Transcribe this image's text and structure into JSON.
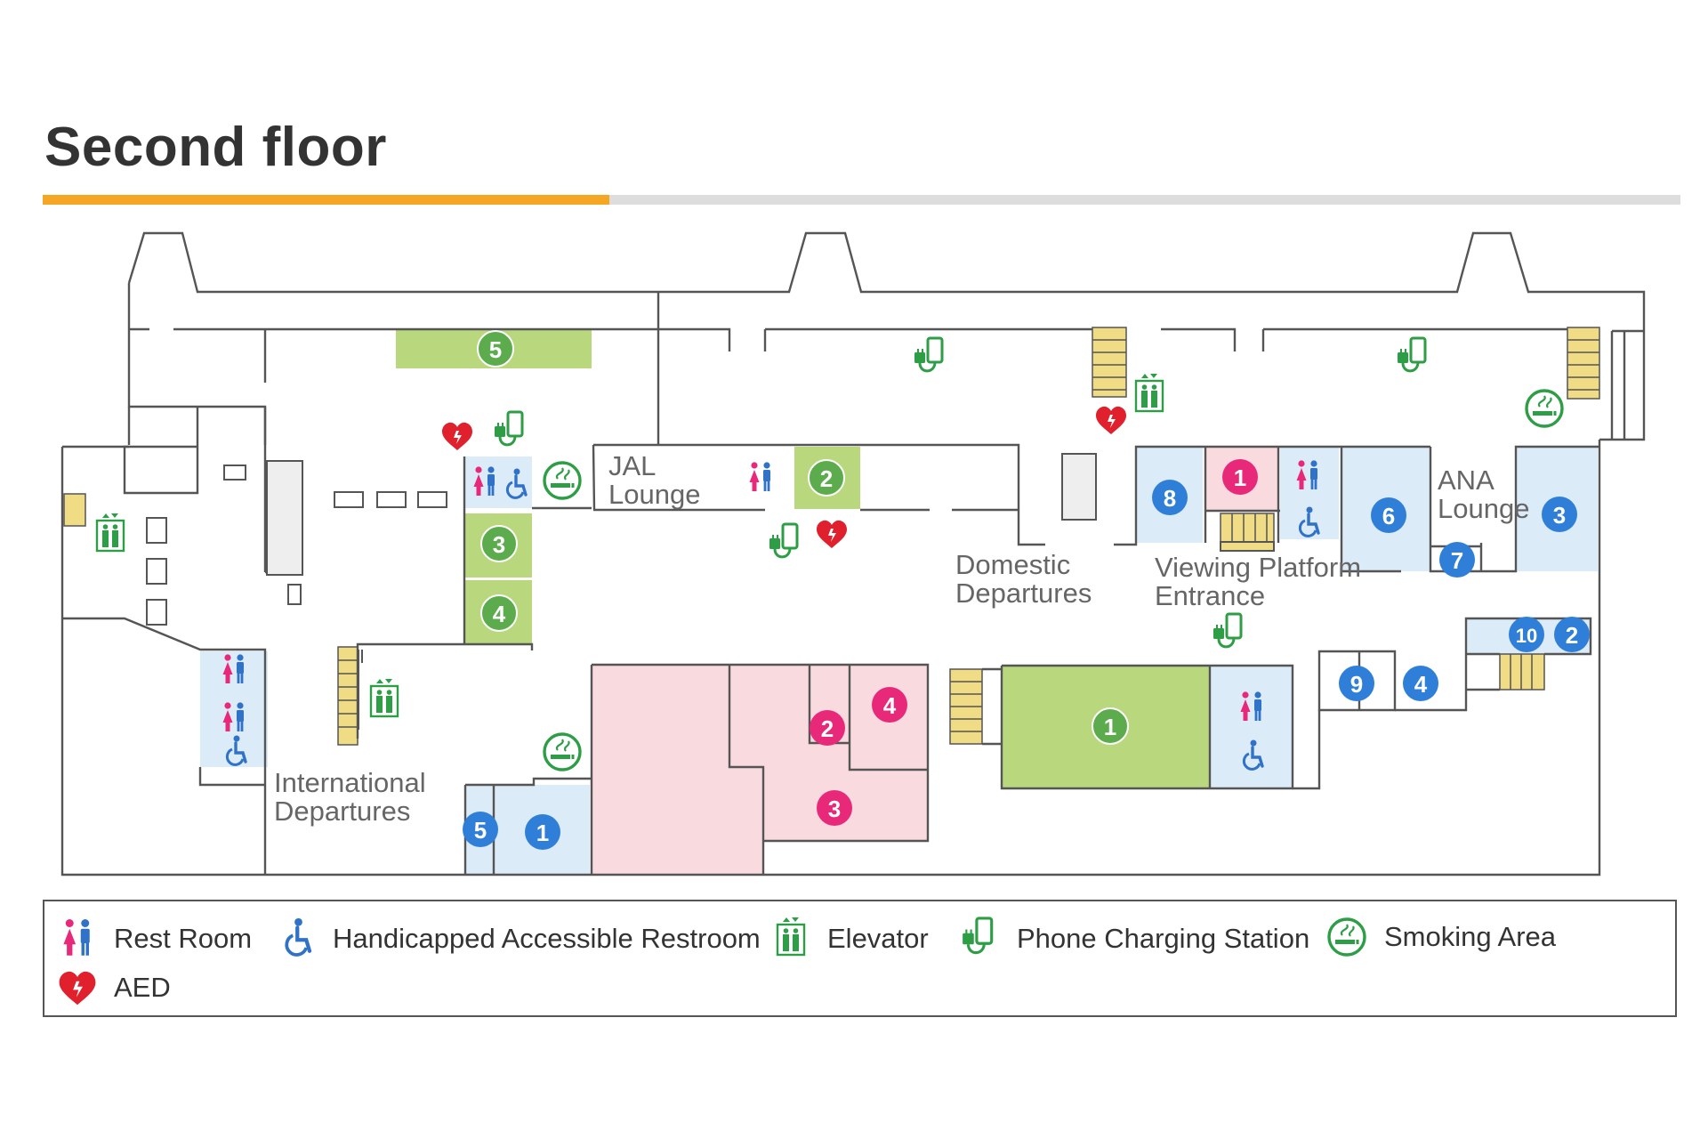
{
  "title": "Second floor",
  "colors": {
    "accent": "#f5a623",
    "wall": "#555555",
    "green_room": "#b9d87e",
    "green_badge": "#5cac4e",
    "pink_room": "#f9dadf",
    "pink_badge": "#e8297a",
    "blue_room": "#dcebf8",
    "blue_badge": "#2f7fd8",
    "icon_green": "#2d9e45",
    "icon_pink": "#e8297a",
    "icon_blue": "#2f72c8",
    "aed_red": "#e0202d",
    "stairs": "#f1dc86"
  },
  "areas": {
    "jal": "JAL",
    "jal2": "Lounge",
    "ana": "ANA",
    "ana2": "Lounge",
    "dom": "Domestic",
    "dom2": "Departures",
    "view": "Viewing Platform",
    "view2": "Entrance",
    "intl": "International",
    "intl2": "Departures"
  },
  "badges": {
    "g5": "5",
    "g3": "3",
    "g4": "4",
    "g2": "2",
    "g1": "1",
    "p1": "1",
    "p2": "2",
    "p3": "3",
    "p4": "4",
    "b8": "8",
    "b6": "6",
    "b3": "3",
    "b7": "7",
    "b10": "10",
    "b2": "2",
    "b9": "9",
    "b4": "4",
    "b5": "5",
    "b1": "1"
  },
  "legend": [
    {
      "icon": "restroom-icon",
      "label": "Rest Room"
    },
    {
      "icon": "accessible-restroom-icon",
      "label": "Handicapped Accessible Restroom"
    },
    {
      "icon": "elevator-icon",
      "label": "Elevator"
    },
    {
      "icon": "phone-charging-icon",
      "label": "Phone Charging Station"
    },
    {
      "icon": "smoking-area-icon",
      "label": "Smoking Area"
    },
    {
      "icon": "aed-icon",
      "label": "AED"
    }
  ]
}
